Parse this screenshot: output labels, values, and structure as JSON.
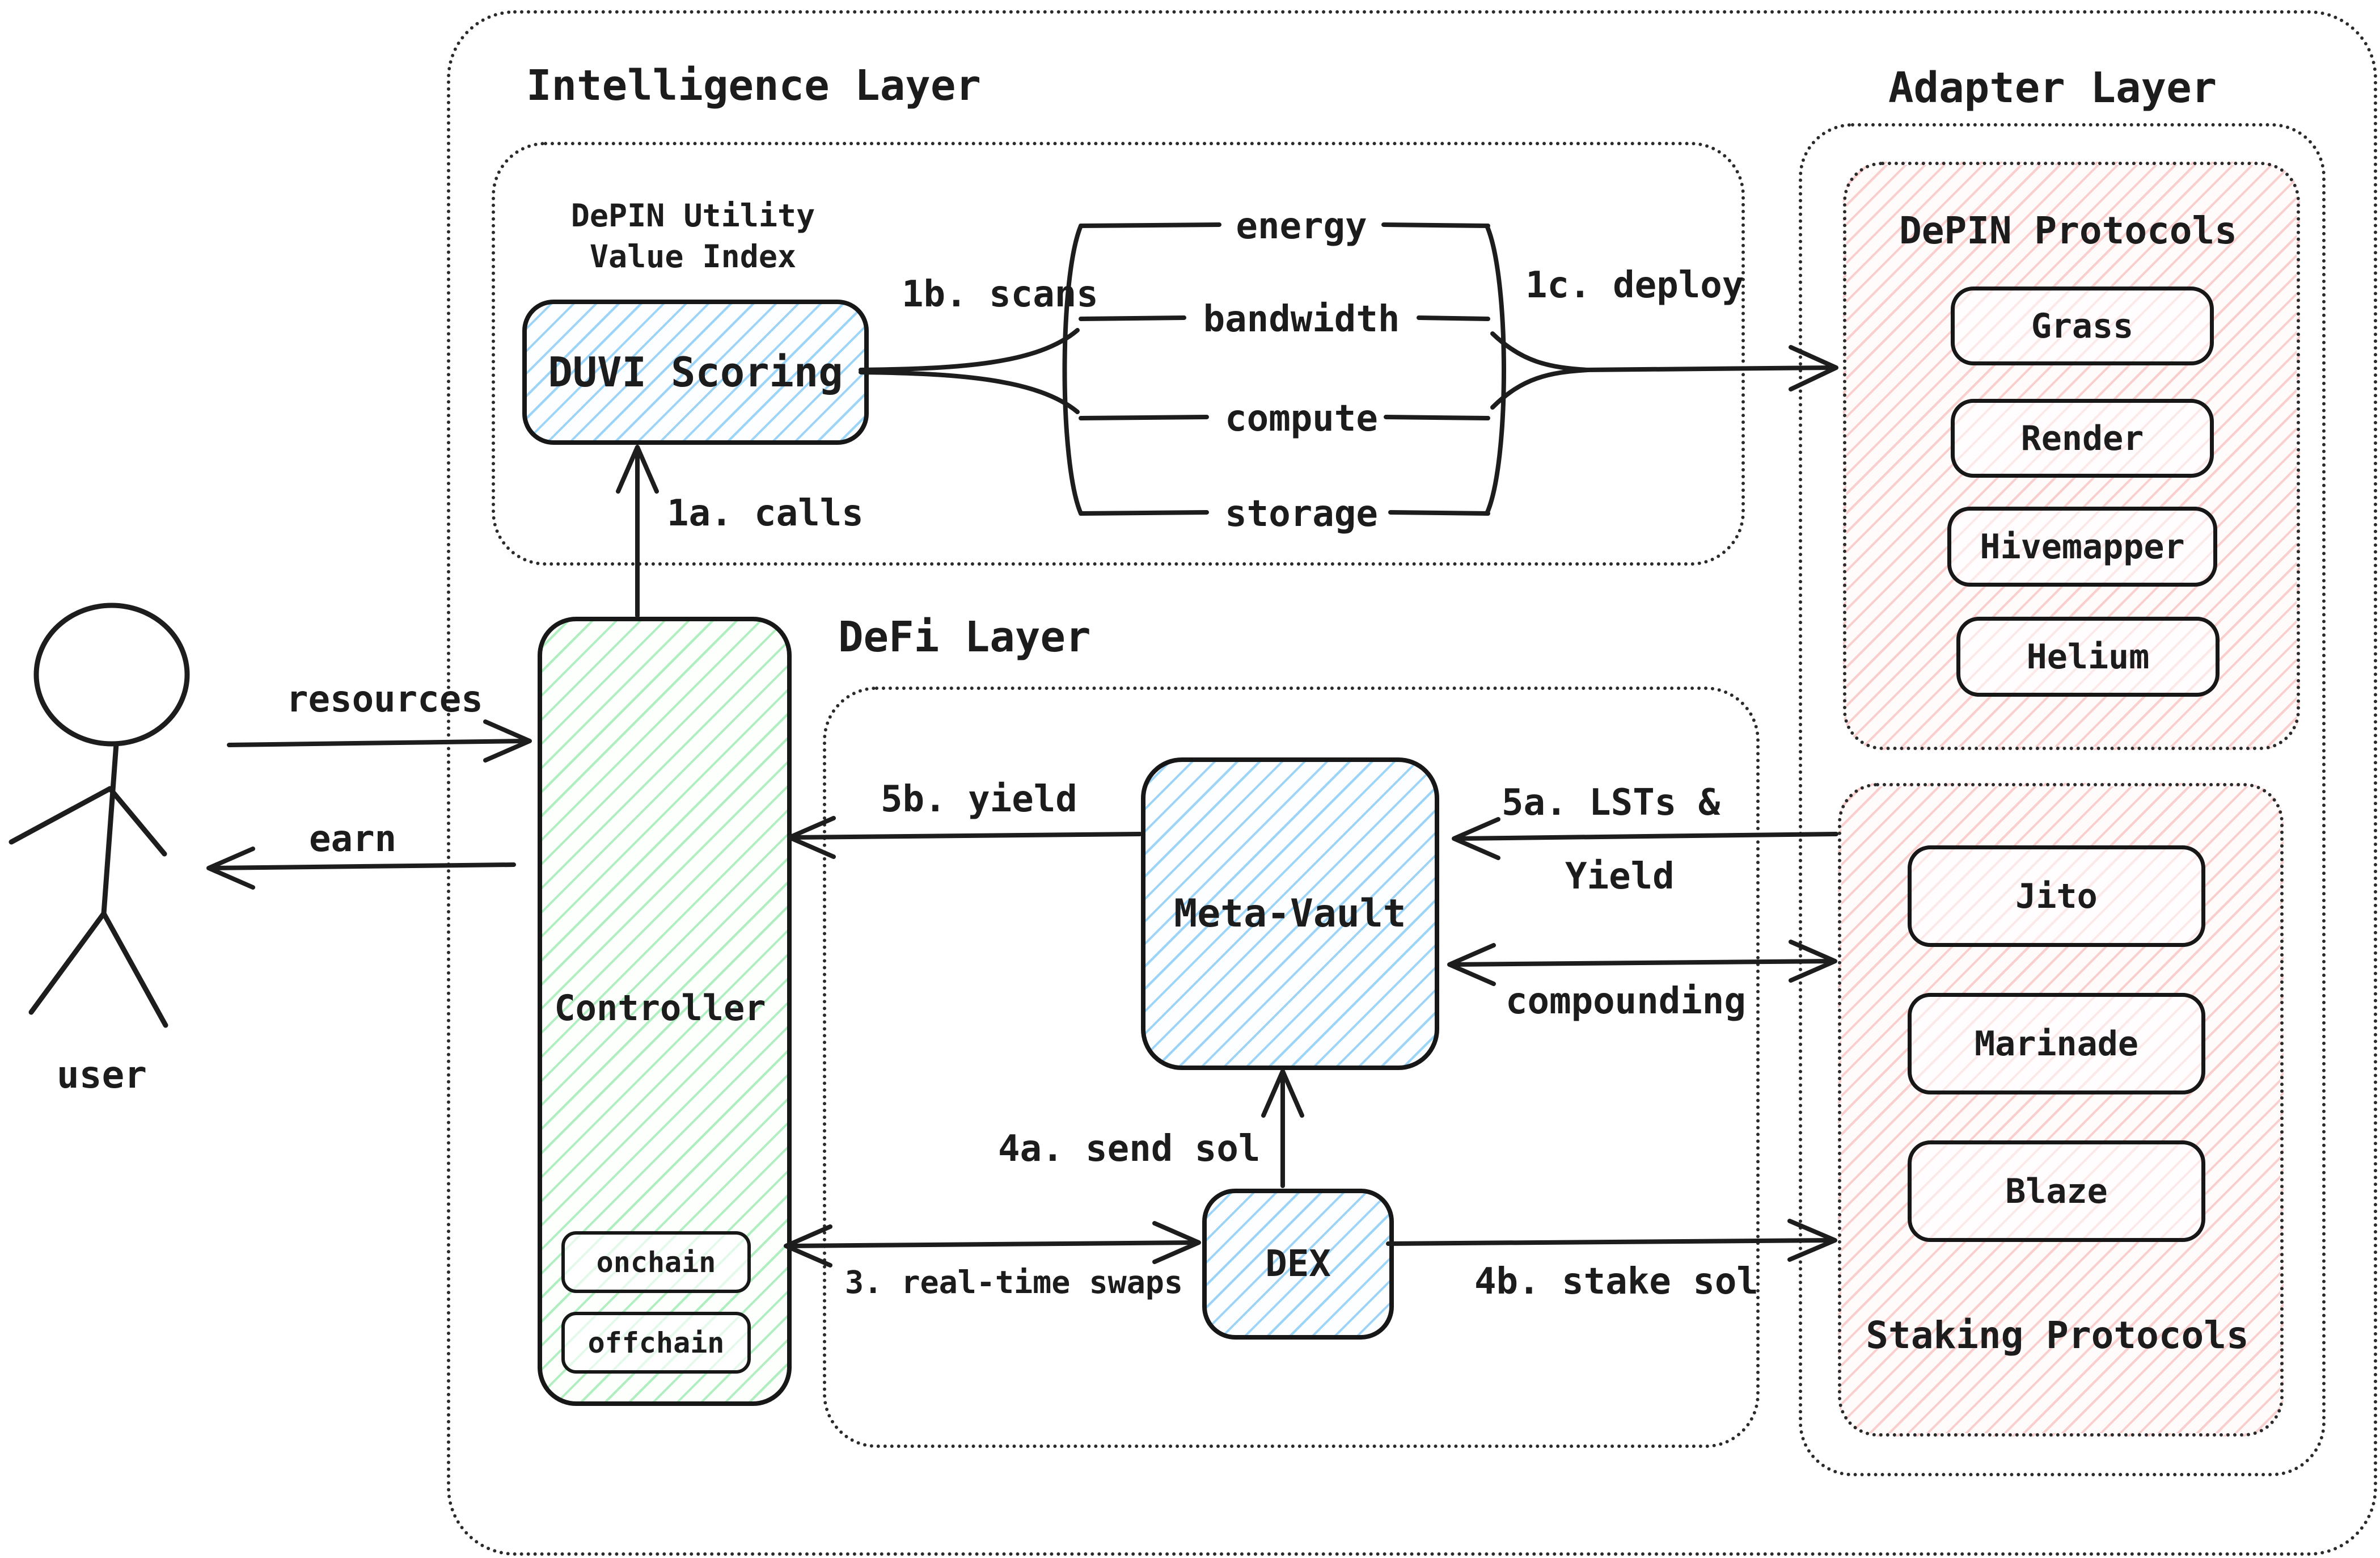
{
  "diagram": {
    "actor": {
      "label": "user"
    },
    "controller": {
      "label": "Controller",
      "modes": [
        "onchain",
        "offchain"
      ]
    },
    "intelligence": {
      "title": "Intelligence Layer",
      "duvi_caption_line1": "DePIN Utility",
      "duvi_caption_line2": "Value Index",
      "duvi_box": "DUVI Scoring",
      "scan_items": [
        "energy",
        "bandwidth",
        "compute",
        "storage"
      ]
    },
    "defi": {
      "title": "DeFi Layer",
      "meta_vault": "Meta-Vault",
      "dex": "DEX"
    },
    "adapter": {
      "title": "Adapter Layer",
      "depin": {
        "title": "DePIN Protocols",
        "items": [
          "Grass",
          "Render",
          "Hivemapper",
          "Helium"
        ]
      },
      "staking": {
        "title": "Staking Protocols",
        "items": [
          "Jito",
          "Marinade",
          "Blaze"
        ]
      }
    },
    "edges": {
      "resources": "resources",
      "earn": "earn",
      "calls": "1a. calls",
      "scans": "1b. scans",
      "deploy": "1c. deploy",
      "yield_5b": "5b. yield",
      "lsts_5a_line1": "5a. LSTs &",
      "lsts_5a_line2": "Yield",
      "compounding": "compounding",
      "send_sol": "4a. send sol",
      "swaps": "3. real-time swaps",
      "stake_sol": "4b. stake sol"
    },
    "colors": {
      "ink": "#1d1d1d",
      "blue_hatch": "#8bccf7",
      "green_hatch": "#8ee6a5",
      "red_hatch": "#f8b0b0"
    }
  }
}
